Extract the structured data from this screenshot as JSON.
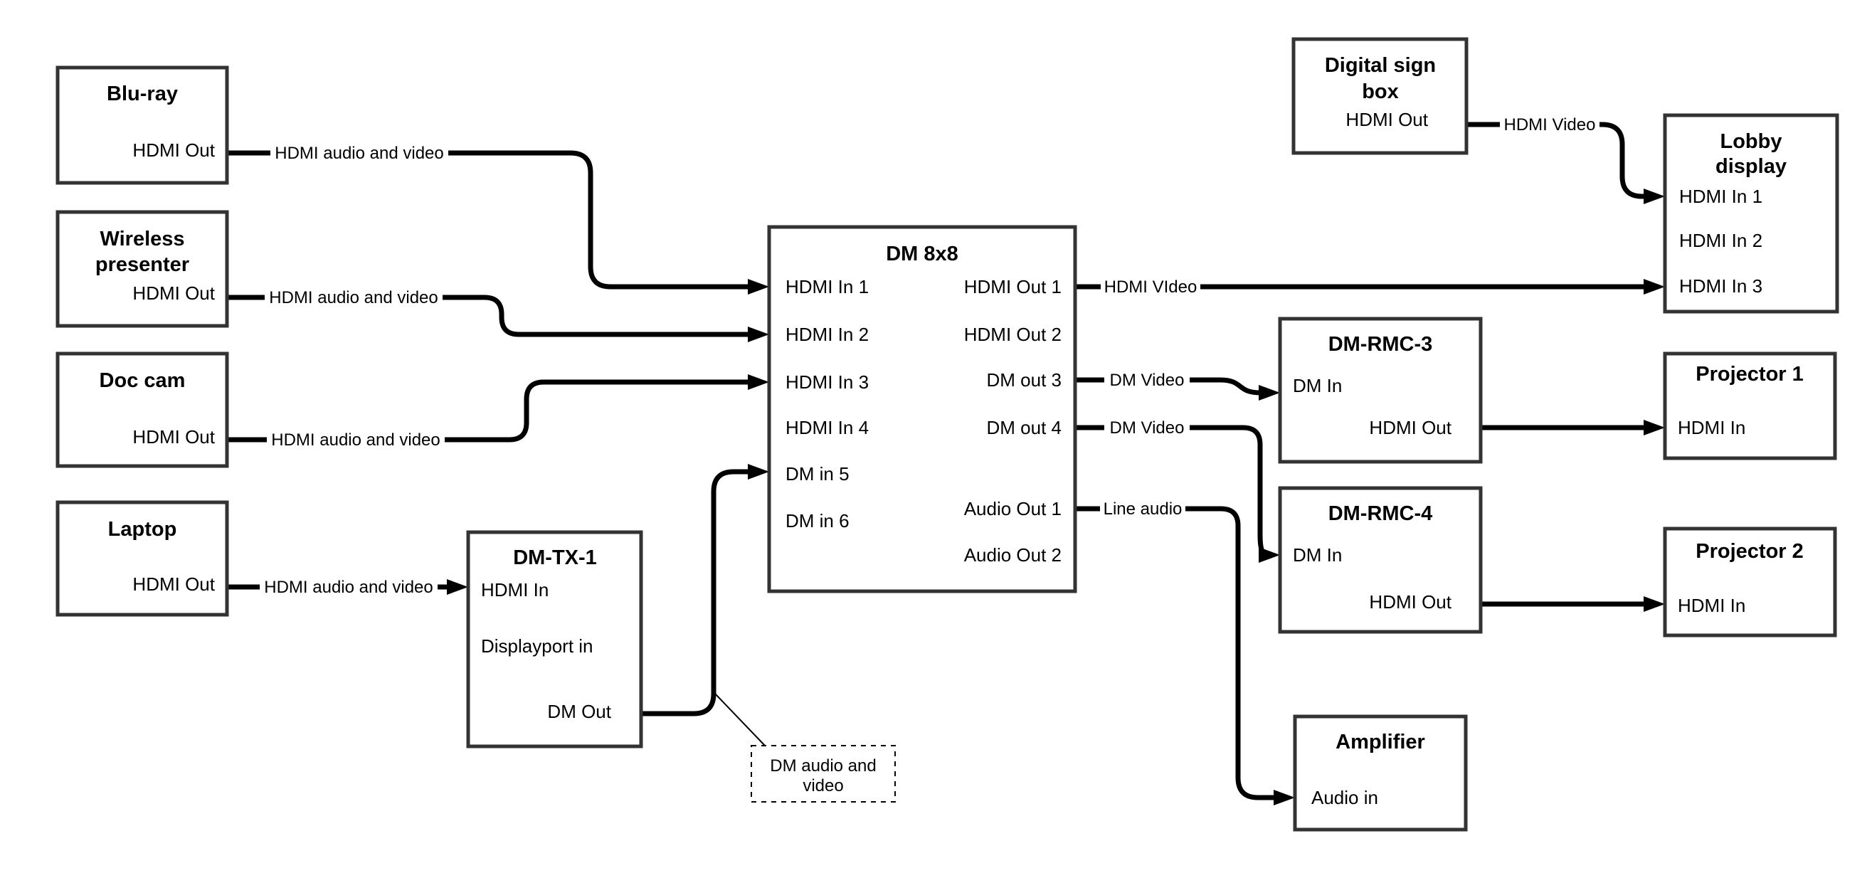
{
  "colors": {
    "background": "#ffffff",
    "wire": "#000000",
    "box_border": "#333333",
    "text": "#000000"
  },
  "nodes": {
    "bluray": {
      "title": "Blu-ray",
      "port_out": "HDMI Out"
    },
    "wireless_presenter": {
      "title_line1": "Wireless",
      "title_line2": "presenter",
      "port_out": "HDMI Out"
    },
    "doc_cam": {
      "title": "Doc cam",
      "port_out": "HDMI Out"
    },
    "laptop": {
      "title": "Laptop",
      "port_out": "HDMI Out"
    },
    "dm_tx_1": {
      "title": "DM-TX-1",
      "port_hdmi_in": "HDMI In",
      "port_displayport_in": "Displayport in",
      "port_dm_out": "DM Out"
    },
    "dm_8x8": {
      "title": "DM 8x8",
      "ports_left": [
        "HDMI In 1",
        "HDMI In 2",
        "HDMI In 3",
        "HDMI In 4",
        "DM in 5",
        "DM in 6"
      ],
      "ports_right": [
        "HDMI Out 1",
        "HDMI Out 2",
        "DM out 3",
        "DM out 4",
        "Audio Out 1",
        "Audio Out 2"
      ]
    },
    "digital_sign_box": {
      "title_line1": "Digital sign",
      "title_line2": "box",
      "port_out": "HDMI Out"
    },
    "lobby_display": {
      "title_line1": "Lobby",
      "title_line2": "display",
      "ports": [
        "HDMI In 1",
        "HDMI In 2",
        "HDMI In 3"
      ]
    },
    "dm_rmc_3": {
      "title": "DM-RMC-3",
      "port_in": "DM In",
      "port_out": "HDMI Out"
    },
    "projector_1": {
      "title": "Projector 1",
      "port_in": "HDMI In"
    },
    "dm_rmc_4": {
      "title": "DM-RMC-4",
      "port_in": "DM In",
      "port_out": "HDMI Out"
    },
    "projector_2": {
      "title": "Projector 2",
      "port_in": "HDMI In"
    },
    "amplifier": {
      "title": "Amplifier",
      "port_in": "Audio in"
    }
  },
  "cables": {
    "bluray_to_dm8x8": "HDMI audio and video",
    "wireless_to_dm8x8": "HDMI audio and video",
    "doccam_to_dm8x8": "HDMI audio and video",
    "laptop_to_dmtx1": "HDMI audio and video",
    "hdmi_out1_to_lobby": "HDMI VIdeo",
    "sign_to_lobby": "HDMI Video",
    "dm_out3_to_rmc3": "DM Video",
    "dm_out4_to_rmc4": "DM Video",
    "audio_out1_to_amp": "Line audio"
  },
  "note": {
    "line1": "DM audio and",
    "line2": "video"
  }
}
